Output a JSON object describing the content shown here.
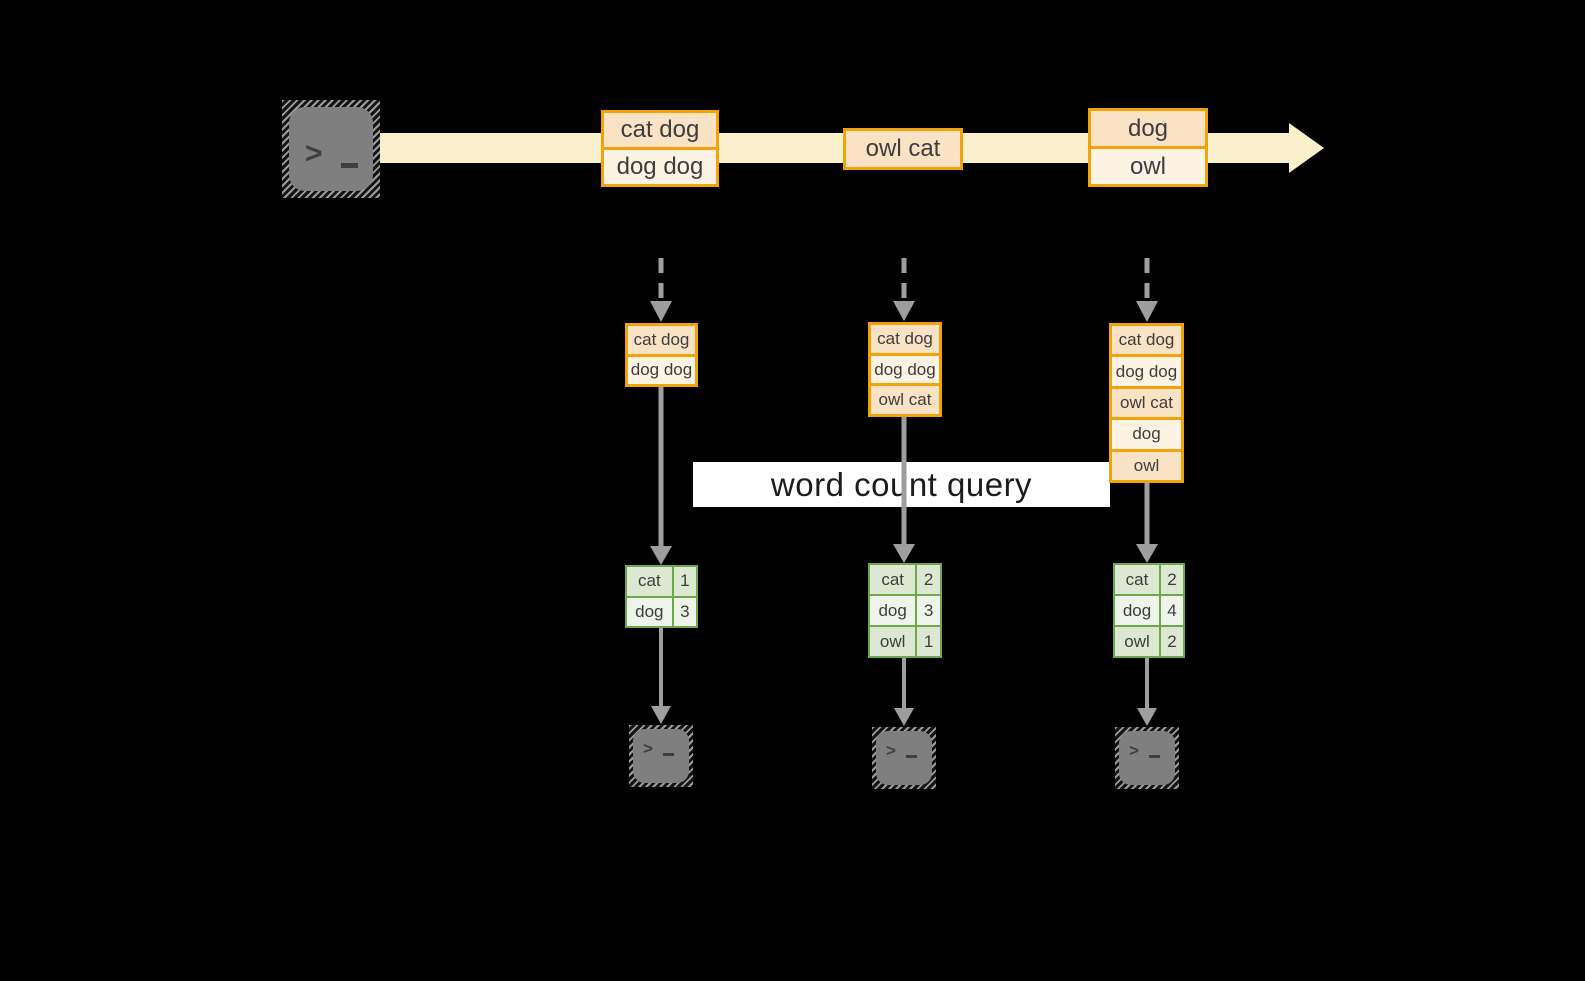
{
  "theme": {
    "background": "#000000",
    "accent-orange": "#F0A30A",
    "peach-fill": "#FAE2C4",
    "cream-fill": "#FDF3E3",
    "stream-band": "#FBF0CC",
    "green-border": "#6FA84C",
    "green-cell-dark": "#DCE8D2",
    "green-cell-light": "#EFF4EA",
    "arrow-gray": "#9E9E9E",
    "terminal-gray": "#7F7F7F",
    "banner-bg": "#FFFFFF",
    "banner-text": "#1C1C1C",
    "box-text": "#3D3D3D"
  },
  "icons": {
    "source": "terminal-icon",
    "outputs": "terminal-icon",
    "prompt_char": ">"
  },
  "stream": {
    "events": [
      {
        "rows": [
          "cat dog",
          "dog dog"
        ]
      },
      {
        "rows": [
          "owl cat"
        ]
      },
      {
        "rows": [
          "dog",
          "owl"
        ]
      }
    ]
  },
  "query_banner": {
    "label": "word count query"
  },
  "columns": [
    {
      "buffer_rows": [
        "cat dog",
        "dog dog"
      ],
      "result": {
        "rows": [
          {
            "word": "cat",
            "count": "1"
          },
          {
            "word": "dog",
            "count": "3"
          }
        ]
      }
    },
    {
      "buffer_rows": [
        "cat dog",
        "dog dog",
        "owl cat"
      ],
      "result": {
        "rows": [
          {
            "word": "cat",
            "count": "2"
          },
          {
            "word": "dog",
            "count": "3"
          },
          {
            "word": "owl",
            "count": "1"
          }
        ]
      }
    },
    {
      "buffer_rows": [
        "cat dog",
        "dog dog",
        "owl cat",
        "dog",
        "owl"
      ],
      "result": {
        "rows": [
          {
            "word": "cat",
            "count": "2"
          },
          {
            "word": "dog",
            "count": "4"
          },
          {
            "word": "owl",
            "count": "2"
          }
        ]
      }
    }
  ]
}
